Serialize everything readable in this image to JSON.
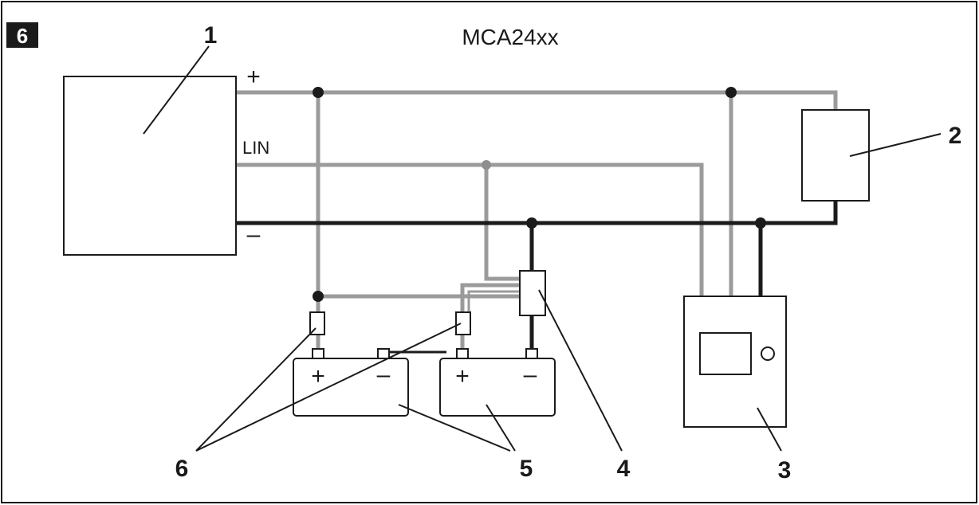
{
  "figure_number": "6",
  "title": "MCA24xx",
  "terminals": {
    "plus": "+",
    "lin": "LIN",
    "minus": "–"
  },
  "battery_signs": {
    "plus": "+",
    "minus": "–"
  },
  "callouts": {
    "c1": "1",
    "c2": "2",
    "c3": "3",
    "c4": "4",
    "c5": "5",
    "c6": "6"
  },
  "colors": {
    "positive_wire": "#9b9b9b",
    "lin_wire": "#9b9b9b",
    "negative_wire": "#1b1b1b"
  }
}
